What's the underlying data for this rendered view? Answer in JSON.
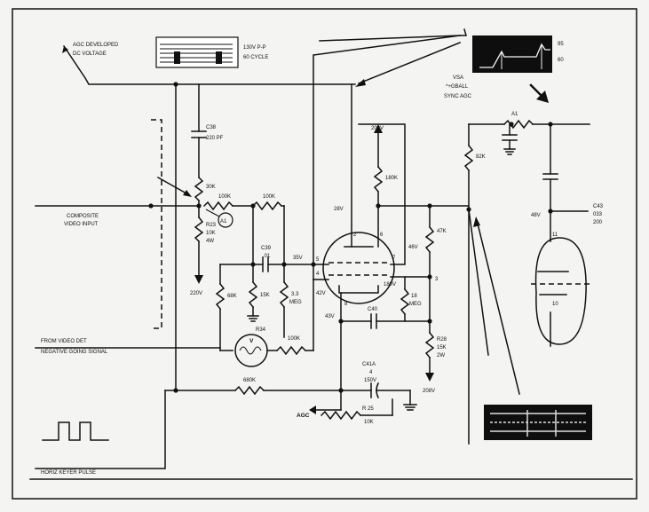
{
  "labels": {
    "agc_developed": "AGC DEVELOPED",
    "dc_voltage": "DC VOLTAGE",
    "wave_top": "130V P-P",
    "wave_cycle": "60 CYCLE",
    "scope_95": "95",
    "scope_60": "60",
    "vsa_line1": "VSA",
    "vsa_line2": "*+GBALL",
    "vsa_line3": "SYNC AGC",
    "c38": "C38",
    "c38_val": "220 PF",
    "r_30k": "30K",
    "r_100k_a": "100K",
    "r_100k_b": "100K",
    "r_180k": "180K",
    "r_47k": "47K",
    "r_82k": "82K",
    "a1_right": "A1",
    "a1_circle": "A1",
    "v_220": "220V",
    "v_28": "28V",
    "v_48": "48V",
    "v_46": "46V",
    "v_35": "35V",
    "v_42": "42V",
    "v_43": "43V",
    "v_180": "180V",
    "v_208": "208V",
    "v_208b": "208V",
    "composite_1": "COMPOSITE",
    "composite_2": "VIDEO INPUT",
    "r23": "R23",
    "r23_val1": "10K",
    "r23_val2": "4W",
    "c39": "C39",
    "c39_val": ".01",
    "r_15k": "15K",
    "r_68k": "68K",
    "r_33meg_1": "3.3",
    "r_33meg_2": "MEG",
    "r34": "R34",
    "r_18meg_1": "18",
    "r_18meg_2": "MEG",
    "c40": "C40",
    "pin2": "2",
    "pin6": "6",
    "pin7": "7",
    "pin5": "5",
    "pin4": "4",
    "pin3": "3",
    "pin8": "8",
    "pin11": "11",
    "pin10": "10",
    "c43_1": "C43",
    "c43_2": "033",
    "c43_3": "200",
    "r28": "R28",
    "r28_val1": "15K",
    "r28_val2": "2W",
    "lamp_v": "V",
    "from_video_1": "FROM VIDEO DET",
    "from_video_2": "NEGATIVE GOING SIGNAL",
    "r_100k_c": "100K",
    "r_680k": "680K",
    "c41a": "C41A",
    "c41a_val1": "4",
    "c41a_val2": "150V",
    "agc": "AGC",
    "r25": "R 25",
    "r25_val": "10K",
    "horiz_keyer": "HORIZ KEYER PULSE"
  }
}
